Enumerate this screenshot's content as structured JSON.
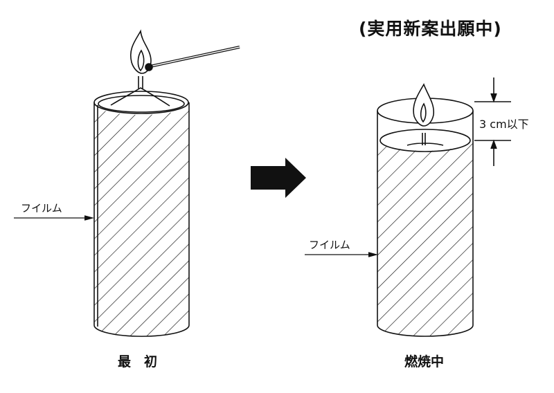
{
  "title": "(実用新案出願中)",
  "left_panel": {
    "film_label": "フイルム",
    "caption": "最　初"
  },
  "right_panel": {
    "film_label": "フイルム",
    "caption": "燃焼中",
    "dimension_label": "3 cm以下"
  },
  "colors": {
    "ink": "#111111",
    "background": "#ffffff"
  }
}
